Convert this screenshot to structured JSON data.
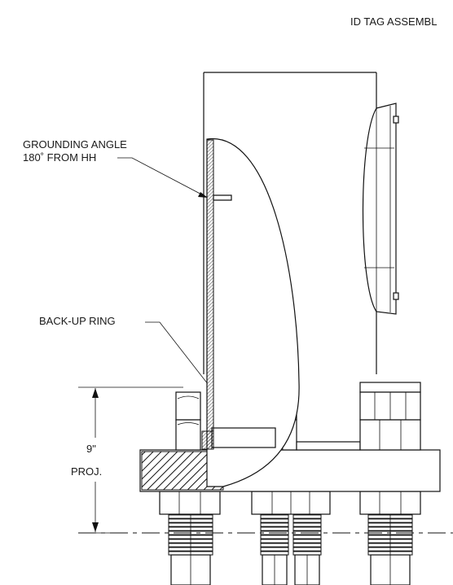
{
  "labels": {
    "id_tag": "ID TAG ASSEMBL",
    "grounding_line1": "GROUNDING ANGLE",
    "grounding_line2": "180˚ FROM HH",
    "backup_ring": "BACK-UP RING",
    "projection_value": "9\"",
    "projection_unit": "PROJ."
  }
}
